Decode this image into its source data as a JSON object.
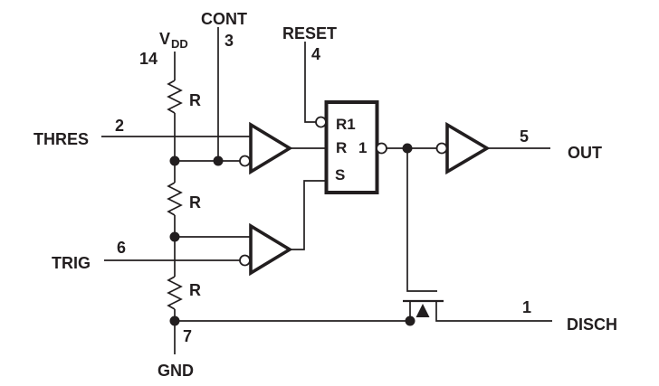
{
  "colors": {
    "ink": "#221e1f",
    "background": "#ffffff"
  },
  "ports": {
    "vdd": {
      "label_main": "V",
      "label_sub": "DD",
      "pin": "14"
    },
    "cont": {
      "label": "CONT",
      "pin": "3"
    },
    "reset": {
      "label": "RESET",
      "pin": "4"
    },
    "thres": {
      "label": "THRES",
      "pin": "2"
    },
    "trig": {
      "label": "TRIG",
      "pin": "6"
    },
    "gnd": {
      "label": "GND",
      "pin": "7"
    },
    "out": {
      "label": "OUT",
      "pin": "5"
    },
    "disch": {
      "label": "DISCH",
      "pin": "1"
    }
  },
  "resistors": [
    {
      "label": "R"
    },
    {
      "label": "R"
    },
    {
      "label": "R"
    }
  ],
  "latch": {
    "input_r1": "R1",
    "input_r": "R",
    "input_s": "S",
    "output": "1"
  }
}
